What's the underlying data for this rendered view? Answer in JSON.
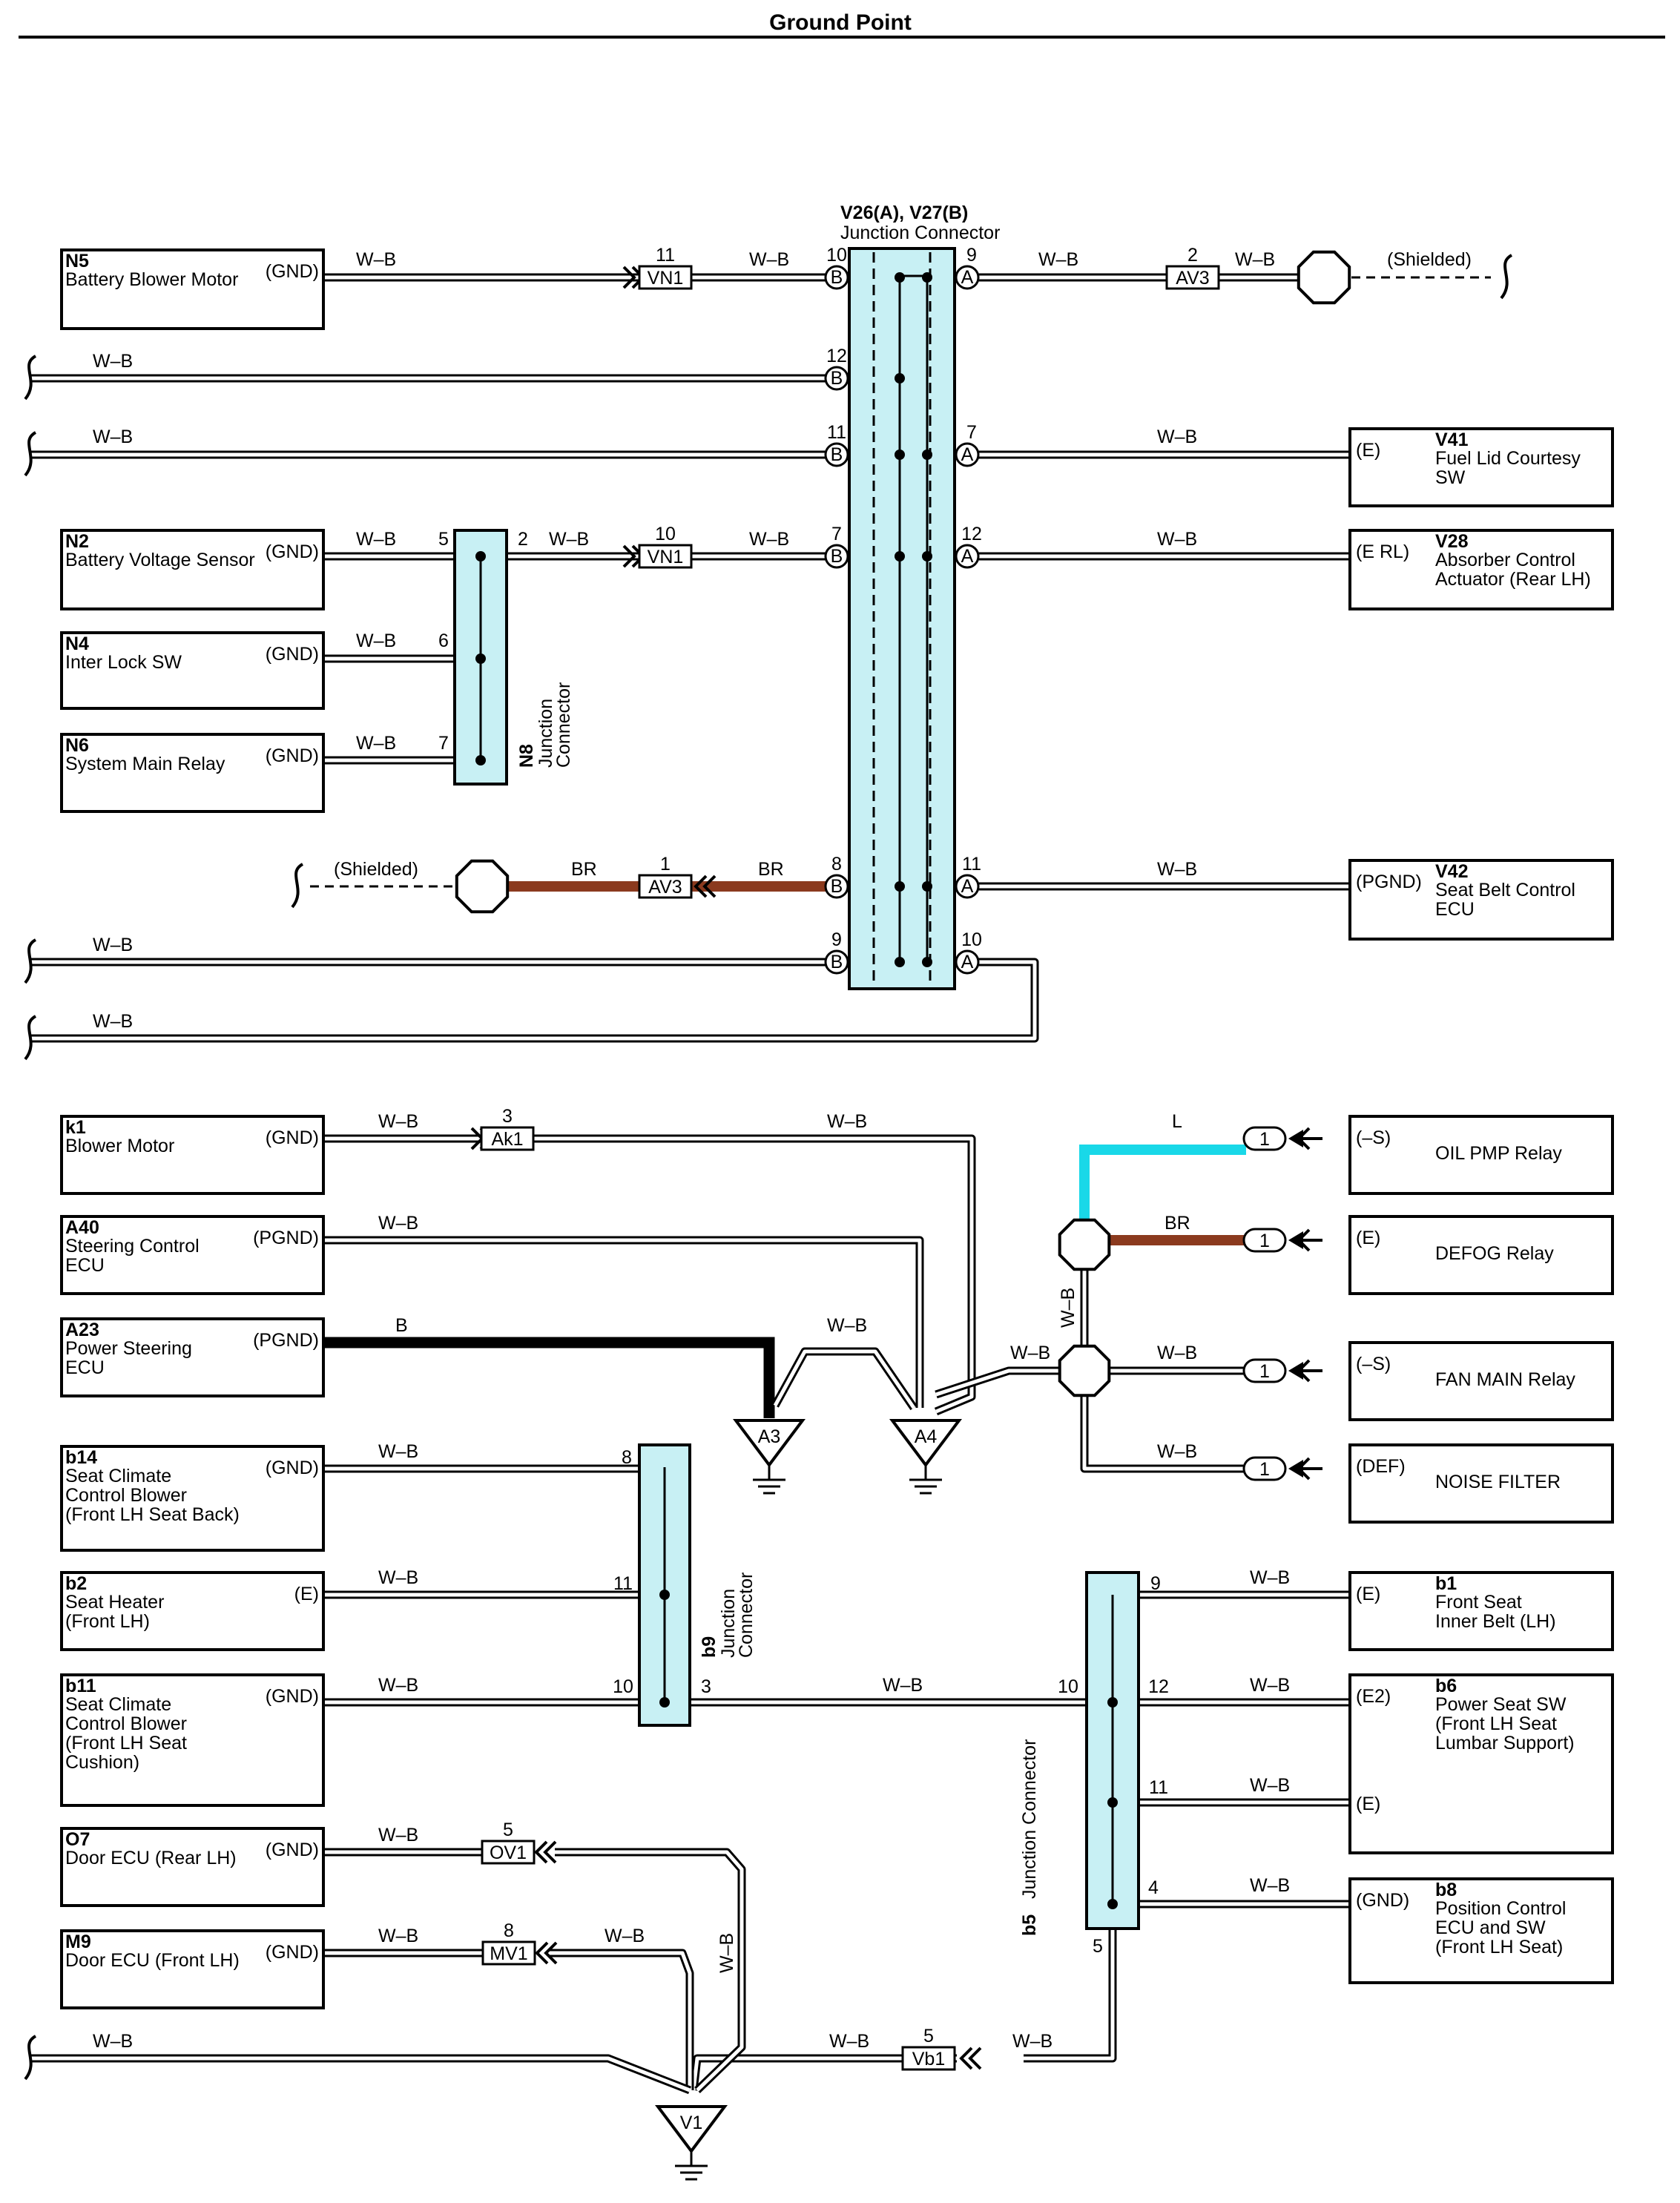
{
  "title": "Ground Point",
  "colors": {
    "wire_wb_outline": "#000000",
    "wire_br": "#8b3a1e",
    "wire_l": "#19d8e8",
    "wire_b": "#000000",
    "junction_fill": "#c8f0f4"
  },
  "wire_codes": {
    "wb": "W–B",
    "br": "BR",
    "l": "L",
    "b": "B"
  },
  "shielded_label": "(Shielded)",
  "components": {
    "n5": {
      "id": "N5",
      "name": "Battery Blower Motor",
      "terminal": "(GND)"
    },
    "n2": {
      "id": "N2",
      "name": "Battery Voltage Sensor",
      "terminal": "(GND)"
    },
    "n4": {
      "id": "N4",
      "name": "Inter Lock SW",
      "terminal": "(GND)"
    },
    "n6": {
      "id": "N6",
      "name": "System Main Relay",
      "terminal": "(GND)"
    },
    "v41": {
      "id": "V41",
      "name_lines": [
        "Fuel Lid Courtesy",
        "SW"
      ],
      "terminal": "(E)"
    },
    "v28": {
      "id": "V28",
      "name_lines": [
        "Absorber Control",
        "Actuator (Rear LH)"
      ],
      "terminal": "(E RL)"
    },
    "v42": {
      "id": "V42",
      "name_lines": [
        "Seat Belt Control",
        "ECU"
      ],
      "terminal": "(PGND)"
    },
    "k1": {
      "id": "k1",
      "name": "Blower Motor",
      "terminal": "(GND)"
    },
    "a40": {
      "id": "A40",
      "name_lines": [
        "Steering Control",
        "ECU"
      ],
      "terminal": "(PGND)"
    },
    "a23": {
      "id": "A23",
      "name_lines": [
        "Power Steering",
        "ECU"
      ],
      "terminal": "(PGND)"
    },
    "b14": {
      "id": "b14",
      "name_lines": [
        "Seat Climate",
        "Control Blower",
        "(Front LH Seat Back)"
      ],
      "terminal": "(GND)"
    },
    "b2": {
      "id": "b2",
      "name_lines": [
        "Seat Heater",
        "(Front LH)"
      ],
      "terminal": "(E)"
    },
    "b11": {
      "id": "b11",
      "name_lines": [
        "Seat Climate",
        "Control Blower",
        "(Front LH Seat",
        " Cushion)"
      ],
      "terminal": "(GND)"
    },
    "o7": {
      "id": "O7",
      "name": "Door ECU (Rear LH)",
      "terminal": "(GND)"
    },
    "m9": {
      "id": "M9",
      "name": "Door ECU (Front LH)",
      "terminal": "(GND)"
    },
    "oilpmp": {
      "name": "OIL PMP Relay",
      "terminal": "(–S)",
      "pin": "1"
    },
    "defog": {
      "name": "DEFOG Relay",
      "terminal": "(E)",
      "pin": "1"
    },
    "fanmain": {
      "name": "FAN MAIN Relay",
      "terminal": "(–S)",
      "pin": "1"
    },
    "noise": {
      "name": "NOISE FILTER",
      "terminal": "(DEF)",
      "pin": "1"
    },
    "b1": {
      "id": "b1",
      "name_lines": [
        "Front Seat",
        "Inner Belt (LH)"
      ],
      "terminal": "(E)"
    },
    "b6": {
      "id": "b6",
      "name_lines": [
        "Power Seat SW",
        "(Front LH Seat",
        " Lumbar Support)"
      ],
      "terminal": "(E2)",
      "terminal2": "(E)"
    },
    "b8": {
      "id": "b8",
      "name_lines": [
        "Position Control",
        "ECU and SW",
        "(Front LH Seat)"
      ],
      "terminal": "(GND)"
    }
  },
  "junctions": {
    "v26": {
      "id": "V26(A), V27(B)",
      "name": "Junction Connector"
    },
    "n8": {
      "id": "N8",
      "name": "Junction",
      "name2": "Connector"
    },
    "b9": {
      "id": "b9",
      "name": "Junction",
      "name2": "Connector"
    },
    "b5": {
      "id": "b5",
      "name": "Junction Connector"
    }
  },
  "connectors": {
    "vn1_a": {
      "label": "VN1",
      "pin": "11"
    },
    "vn1_b": {
      "label": "VN1",
      "pin": "10"
    },
    "av3_a": {
      "label": "AV3",
      "pin": "2"
    },
    "av3_b": {
      "label": "AV3",
      "pin": "1"
    },
    "ak1": {
      "label": "Ak1",
      "pin": "3"
    },
    "ov1": {
      "label": "OV1",
      "pin": "5"
    },
    "mv1": {
      "label": "MV1",
      "pin": "8"
    },
    "vb1": {
      "label": "Vb1",
      "pin": "5"
    }
  },
  "grounds": {
    "a3": "A3",
    "a4": "A4",
    "v1": "V1"
  },
  "pin_letters": {
    "a": "A",
    "b": "B"
  },
  "pins": {
    "v26_b10": "10",
    "v26_b12": "12",
    "v26_b11": "11",
    "v26_b7": "7",
    "v26_b8": "8",
    "v26_b9": "9",
    "v26_a9": "9",
    "v26_a7": "7",
    "v26_a12": "12",
    "v26_a11": "11",
    "v26_a10": "10",
    "n8_5": "5",
    "n8_2": "2",
    "n8_6": "6",
    "n8_7": "7",
    "b9_8": "8",
    "b9_11": "11",
    "b9_10": "10",
    "b9_3": "3",
    "b5_9": "9",
    "b5_10": "10",
    "b5_12": "12",
    "b5_11": "11",
    "b5_4": "4",
    "b5_5": "5"
  }
}
